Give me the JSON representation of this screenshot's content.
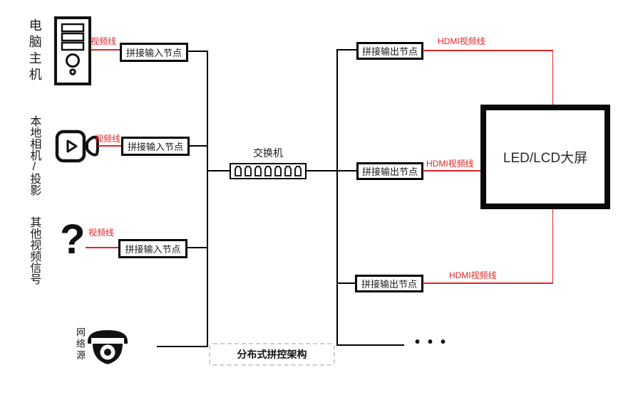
{
  "diagram": {
    "title_hint": "distributed video-wall control architecture",
    "colors": {
      "cable_red": "#e02428",
      "line_black": "#000000",
      "dashed_gray": "#cfcfcf"
    },
    "sources": [
      {
        "label": "电脑主机",
        "icon": "desktop-tower-icon",
        "cable": "视频线"
      },
      {
        "label": "本地相机/投影",
        "icon": "video-camera-icon",
        "cable": "视频线"
      },
      {
        "label": "其他视频信号",
        "icon": "question-mark-icon",
        "cable": "视频线"
      },
      {
        "label": "网络源",
        "icon": "dome-camera-icon"
      }
    ],
    "question_glyph": "?",
    "input_nodes": [
      {
        "label": "拼接输入节点"
      },
      {
        "label": "拼接输入节点"
      },
      {
        "label": "拼接输入节点"
      }
    ],
    "switch": {
      "label": "交换机",
      "ports": 7
    },
    "output_nodes": [
      {
        "label": "拼接输出节点",
        "cable": "HDMI视频线"
      },
      {
        "label": "拼接输出节点",
        "cable": "HDMI视频线"
      },
      {
        "label": "拼接输出节点",
        "cable": "HDMI视频线"
      }
    ],
    "display": {
      "label": "LED/LCD大屏"
    },
    "footer": {
      "label": "分布式拼控架构"
    },
    "ellipsis": "•••"
  }
}
